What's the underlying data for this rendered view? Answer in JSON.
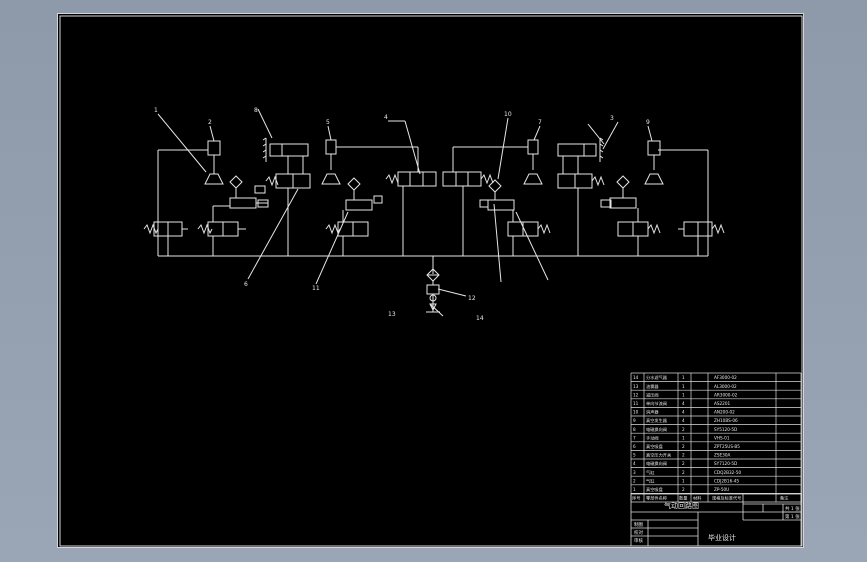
{
  "drawing": {
    "title": "气动回路图",
    "footer_label": "毕业设计",
    "sheet_count": "共 1 张",
    "sheet_index": "第 1 张",
    "approval_rows": [
      "制图",
      "校对",
      "审核"
    ]
  },
  "callouts": [
    "1",
    "2",
    "3",
    "4",
    "5",
    "6",
    "7",
    "8",
    "9",
    "10",
    "11",
    "12",
    "13",
    "14"
  ],
  "bom": {
    "header": [
      "序号",
      "零部件名称",
      "数量",
      "材料",
      "规格及标准代号",
      "备注"
    ],
    "rows": [
      {
        "no": "14",
        "name": "分水滤气器",
        "qty": "1",
        "spec": "AF3000-02"
      },
      {
        "no": "13",
        "name": "油雾器",
        "qty": "1",
        "spec": "AL3000-02"
      },
      {
        "no": "12",
        "name": "减压阀",
        "qty": "1",
        "spec": "AR3000-02"
      },
      {
        "no": "11",
        "name": "单向节流阀",
        "qty": "4",
        "spec": "AS2201"
      },
      {
        "no": "10",
        "name": "消声器",
        "qty": "4",
        "spec": "AN200-02"
      },
      {
        "no": "9",
        "name": "真空发生器",
        "qty": "4",
        "spec": "ZH10BS-06"
      },
      {
        "no": "8",
        "name": "电磁换向阀",
        "qty": "2",
        "spec": "SY5120-5D"
      },
      {
        "no": "7",
        "name": "手动阀",
        "qty": "1",
        "spec": "VHS-01"
      },
      {
        "no": "6",
        "name": "真空吸盘",
        "qty": "2",
        "spec": "ZPT25US-B5"
      },
      {
        "no": "5",
        "name": "真空压力开关",
        "qty": "2",
        "spec": "ZSE30A"
      },
      {
        "no": "4",
        "name": "电磁换向阀",
        "qty": "2",
        "spec": "SY7120-5D"
      },
      {
        "no": "3",
        "name": "气缸",
        "qty": "2",
        "spec": "CDQ2B32-50"
      },
      {
        "no": "2",
        "name": "气缸",
        "qty": "1",
        "spec": "CDJ2B16-45"
      },
      {
        "no": "1",
        "name": "真空吸盘",
        "qty": "2",
        "spec": "ZP-50U"
      }
    ]
  }
}
